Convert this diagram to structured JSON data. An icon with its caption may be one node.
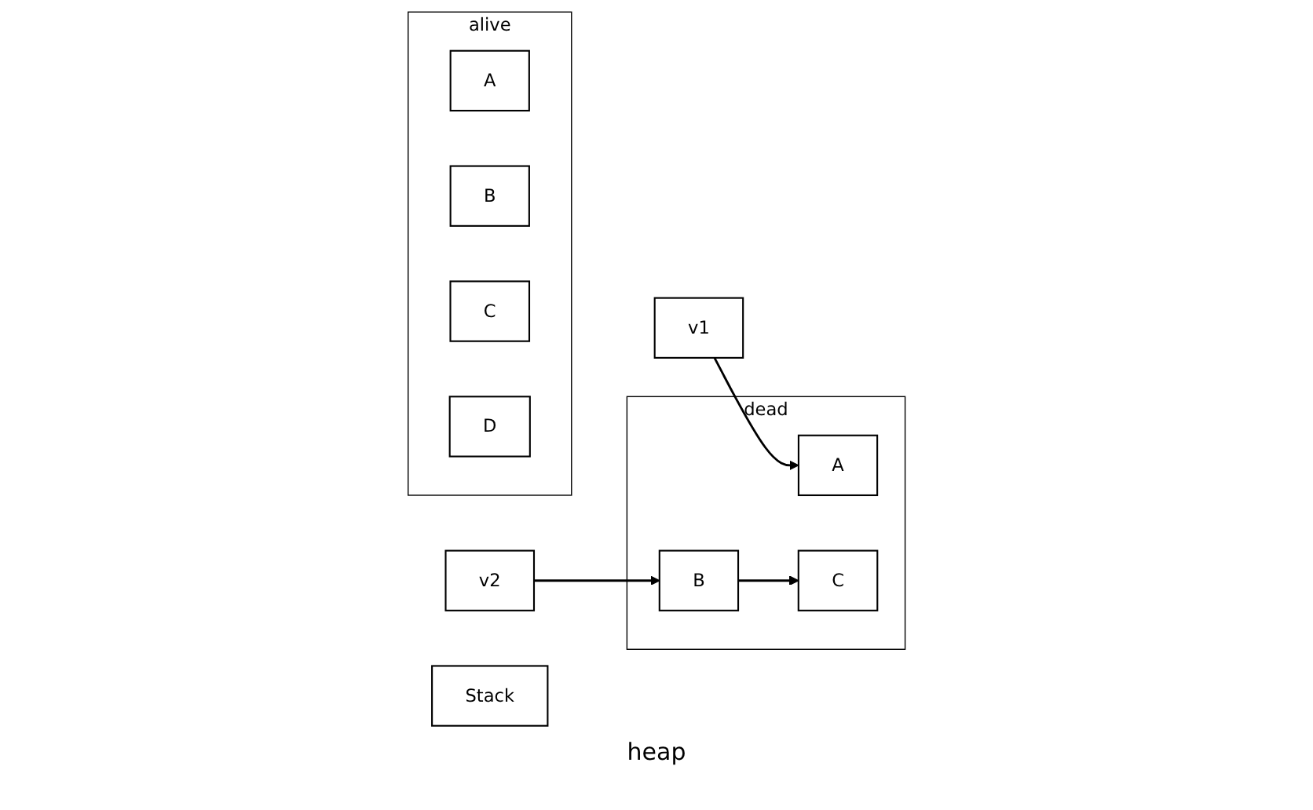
{
  "diagram": {
    "nodes": [
      {
        "text": [
          "alive"
        ]
      },
      {
        "text": [
          "A"
        ],
        "in": 0
      },
      {
        "text": [
          "B"
        ],
        "in": 0
      },
      {
        "text": [
          "C"
        ],
        "in": 0
      },
      {
        "text": [
          "D"
        ],
        "in": 0
      },
      {
        "text": [
          "dead"
        ]
      },
      {
        "text": [
          "A"
        ],
        "in": 5
      },
      {
        "text": [
          "B"
        ],
        "in": 5
      },
      {
        "text": [
          "C"
        ],
        "in": 5
      },
      {
        "text": [
          "v2"
        ]
      },
      {
        "text": [
          "v1"
        ]
      },
      {
        "text": [
          "Stack"
        ]
      }
    ],
    "edges": [
      {
        "from": 9,
        "to": 7,
        "arrow": "to"
      },
      {
        "from": 10,
        "to": 6,
        "arrow": "to"
      },
      {
        "from": 7,
        "to": 8,
        "arrow": "to"
      }
    ],
    "labels": [
      "heap"
    ]
  }
}
